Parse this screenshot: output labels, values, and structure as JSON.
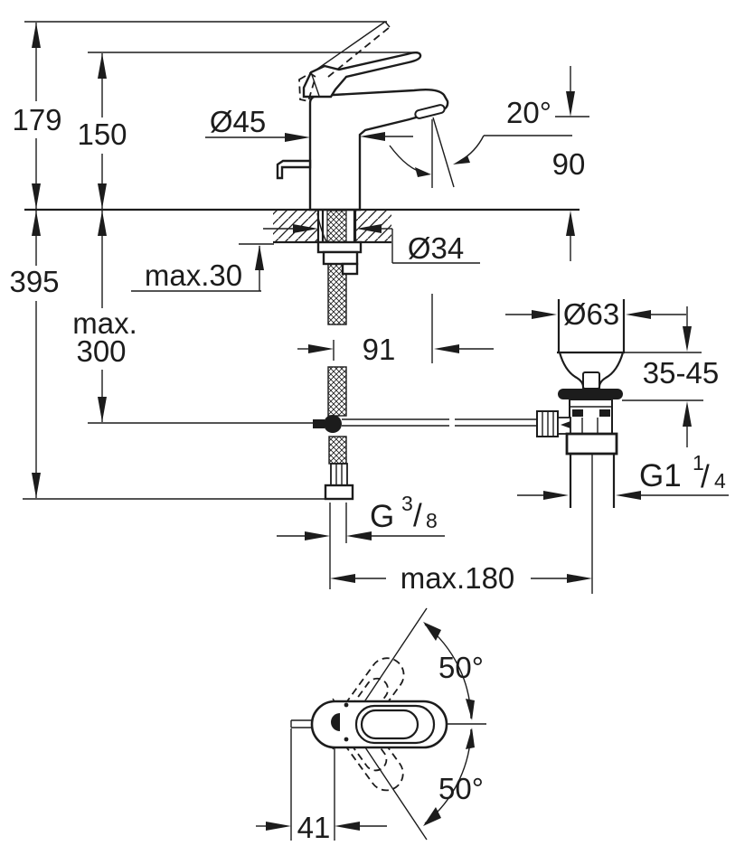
{
  "page": {
    "background": "#ffffff",
    "line_color": "#1c1c1c"
  },
  "front_view": {
    "total_height": "179",
    "spout_top_height": "150",
    "overall_depth": "395",
    "hose_length_line1": "max.",
    "hose_length_line2": "300",
    "deck_thickness": "max.30",
    "body_diameter": "Ø45",
    "spout_angle": "20°",
    "outlet_height": "90",
    "hole_diameter": "Ø34",
    "spout_reach": "91",
    "supply_thread_base": "G",
    "supply_thread_sup": "3",
    "supply_thread_slash": "/",
    "supply_thread_sub": "8",
    "max_drain_distance": "max.180"
  },
  "waste_view": {
    "plug_diameter": "Ø63",
    "mounting_range": "35-45",
    "drain_thread_base": "G1",
    "drain_thread_sup": "1",
    "drain_thread_slash": "/",
    "drain_thread_sub": "4"
  },
  "top_view": {
    "swivel_angle_up": "50°",
    "swivel_angle_down": "50°",
    "handle_offset": "41"
  }
}
